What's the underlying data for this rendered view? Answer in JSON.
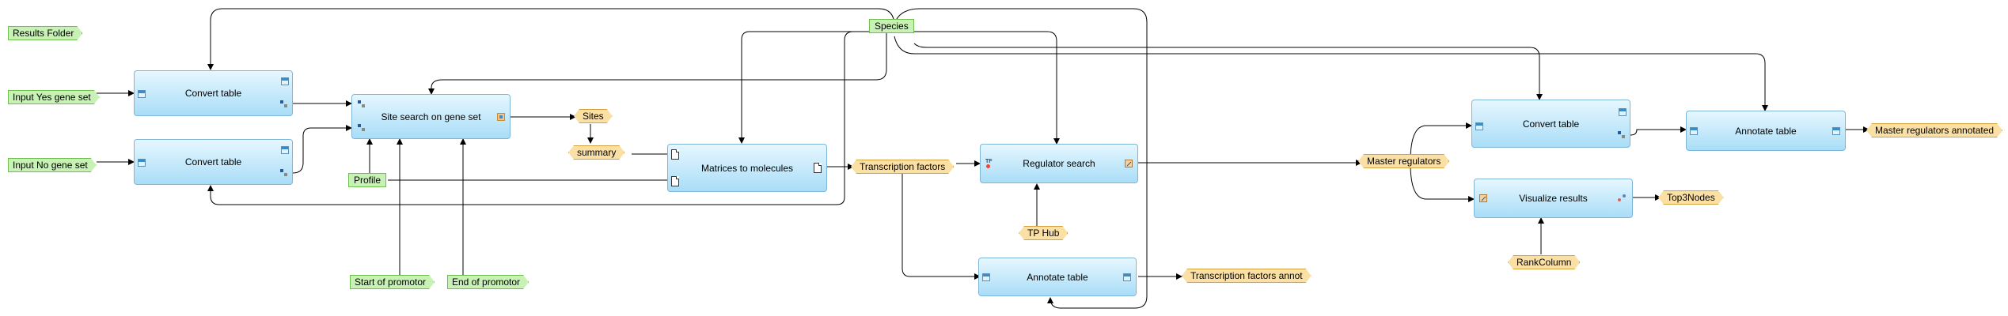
{
  "parameters": {
    "results_folder": "Results Folder",
    "species": "Species",
    "input_yes": "Input Yes gene set",
    "input_no": "Input No gene set",
    "profile": "Profile",
    "start_promotor": "Start of promotor",
    "end_promotor": "End of promotor"
  },
  "analyses": {
    "convert_yes": "Convert table",
    "convert_no": "Convert table",
    "site_search": "Site search on gene set",
    "matrices": "Matrices to molecules",
    "regulator_search": "Regulator search",
    "annotate_tf": "Annotate table",
    "convert_master": "Convert table",
    "annotate_master": "Annotate table",
    "visualize": "Visualize results"
  },
  "outputs": {
    "sites": "Sites",
    "summary": "summary",
    "transcription_factors": "Transcription factors",
    "tf_annot": "Transcription factors annot",
    "tp_hub": "TP Hub",
    "master_regulators": "Master regulators",
    "master_annotated": "Master regulators annotated",
    "top3": "Top3Nodes",
    "rank_column": "RankColumn"
  },
  "colors": {
    "analysis_fill": "#a9ddf7",
    "input_fill": "#c8f2b5",
    "output_fill": "#fbe0a6",
    "edge": "#000000"
  }
}
